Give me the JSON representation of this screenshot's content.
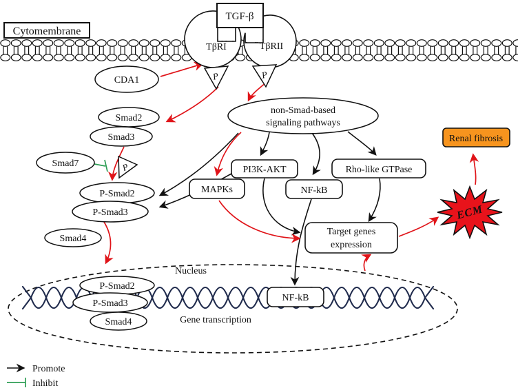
{
  "figure": {
    "membrane": {
      "label": "Cytomembrane"
    },
    "ligand": {
      "label": "TGF-β"
    },
    "receptors": {
      "type1": "TβRI",
      "type2": "TβRII"
    },
    "phosphate": {
      "label": "P"
    },
    "cytoplasm": {
      "cda1": "CDA1",
      "smad2": "Smad2",
      "smad3": "Smad3",
      "smad7": "Smad7",
      "p_smad2": "P-Smad2",
      "p_smad3": "P-Smad3",
      "smad4": "Smad4",
      "non_smad": {
        "line1": "non-Smad-based",
        "line2": "signaling pathways"
      },
      "pi3k_akt": "PI3K-AKT",
      "mapks": "MAPKs",
      "nf_kb": "NF-kB",
      "rho": "Rho-like GTPase",
      "target": {
        "line1": "Target genes",
        "line2": "expression"
      }
    },
    "nucleus": {
      "label": "Nucleus",
      "p_smad2": "P-Smad2",
      "p_smad3": "P-Smad3",
      "smad4": "Smad4",
      "nf_kb": "NF-kB",
      "gene_transcription": "Gene transcription"
    },
    "outcome": {
      "ecm": "ECM",
      "renal_fibrosis": "Renal fibrosis"
    },
    "legend": {
      "promote": "Promote",
      "inhibit": "Inhibit"
    },
    "colors": {
      "promote_arrow": "#111111",
      "regulation_arrow": "#e01419",
      "inhibit_line": "#2f9e55",
      "ecm_fill": "#e8131b",
      "renal_fibrosis_fill": "#f7941e",
      "dna_helix": "#1f2a4c"
    }
  }
}
